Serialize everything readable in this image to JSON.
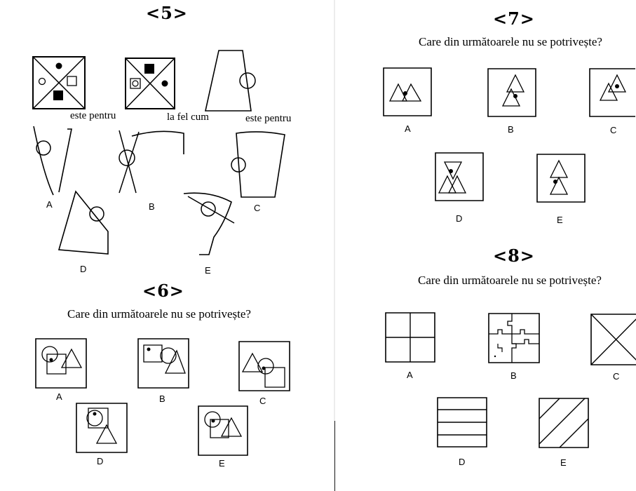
{
  "left_page": {
    "q5": {
      "number": "<5>",
      "captions": [
        "este pentru",
        "la fel cum",
        "este pentru"
      ],
      "options": [
        "A",
        "B",
        "C",
        "D",
        "E"
      ]
    },
    "q6": {
      "number": "<6>",
      "question": "Care din următoarele nu se potrivește?",
      "options": [
        "A",
        "B",
        "C",
        "D",
        "E"
      ]
    }
  },
  "right_page": {
    "q7": {
      "number": "<7>",
      "question": "Care din următoarele nu se potrivește?",
      "options": [
        "A",
        "B",
        "C",
        "D",
        "E"
      ]
    },
    "q8": {
      "number": "<8>",
      "question": "Care din următoarele nu se potrivește?",
      "options": [
        "A",
        "B",
        "C",
        "D",
        "E"
      ]
    }
  }
}
